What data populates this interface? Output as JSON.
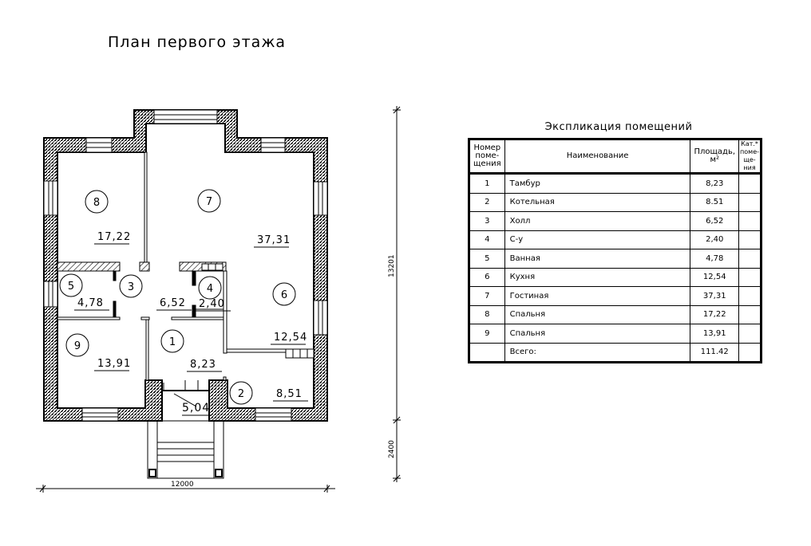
{
  "drawing_title": "План первого этажа",
  "rooms": [
    {
      "number": "1",
      "area": "8,23"
    },
    {
      "number": "2",
      "area": "8,51"
    },
    {
      "number": "3",
      "area": "6,52"
    },
    {
      "number": "4",
      "area": "2,40"
    },
    {
      "number": "5",
      "area": "4,78"
    },
    {
      "number": "6",
      "area": "12,54"
    },
    {
      "number": "7",
      "area": "37,31"
    },
    {
      "number": "8",
      "area": "17,22"
    },
    {
      "number": "9",
      "area": "13,91"
    }
  ],
  "porch_area": "5,04",
  "dimensions": {
    "width": "12000",
    "depth": "13201",
    "porch": "2400"
  },
  "table": {
    "title": "Экспликация помещений",
    "headers": [
      "Номер поме- щения",
      "Наименование",
      "Площадь, м²",
      "Кат.* поме- ще- ния"
    ],
    "rows": [
      {
        "num": "1",
        "name": "Тамбур",
        "area": "8,23",
        "cat": ""
      },
      {
        "num": "2",
        "name": "Котельная",
        "area": "8.51",
        "cat": ""
      },
      {
        "num": "3",
        "name": "Холл",
        "area": "6,52",
        "cat": ""
      },
      {
        "num": "4",
        "name": "С-у",
        "area": "2,40",
        "cat": ""
      },
      {
        "num": "5",
        "name": "Ванная",
        "area": "4,78",
        "cat": ""
      },
      {
        "num": "6",
        "name": "Кухня",
        "area": "12,54",
        "cat": ""
      },
      {
        "num": "7",
        "name": "Гостиная",
        "area": "37,31",
        "cat": ""
      },
      {
        "num": "8",
        "name": "Спальня",
        "area": "17,22",
        "cat": ""
      },
      {
        "num": "9",
        "name": "Спальня",
        "area": "13,91",
        "cat": ""
      },
      {
        "num": "",
        "name": "Всего:",
        "area": "111.42",
        "cat": ""
      }
    ]
  }
}
